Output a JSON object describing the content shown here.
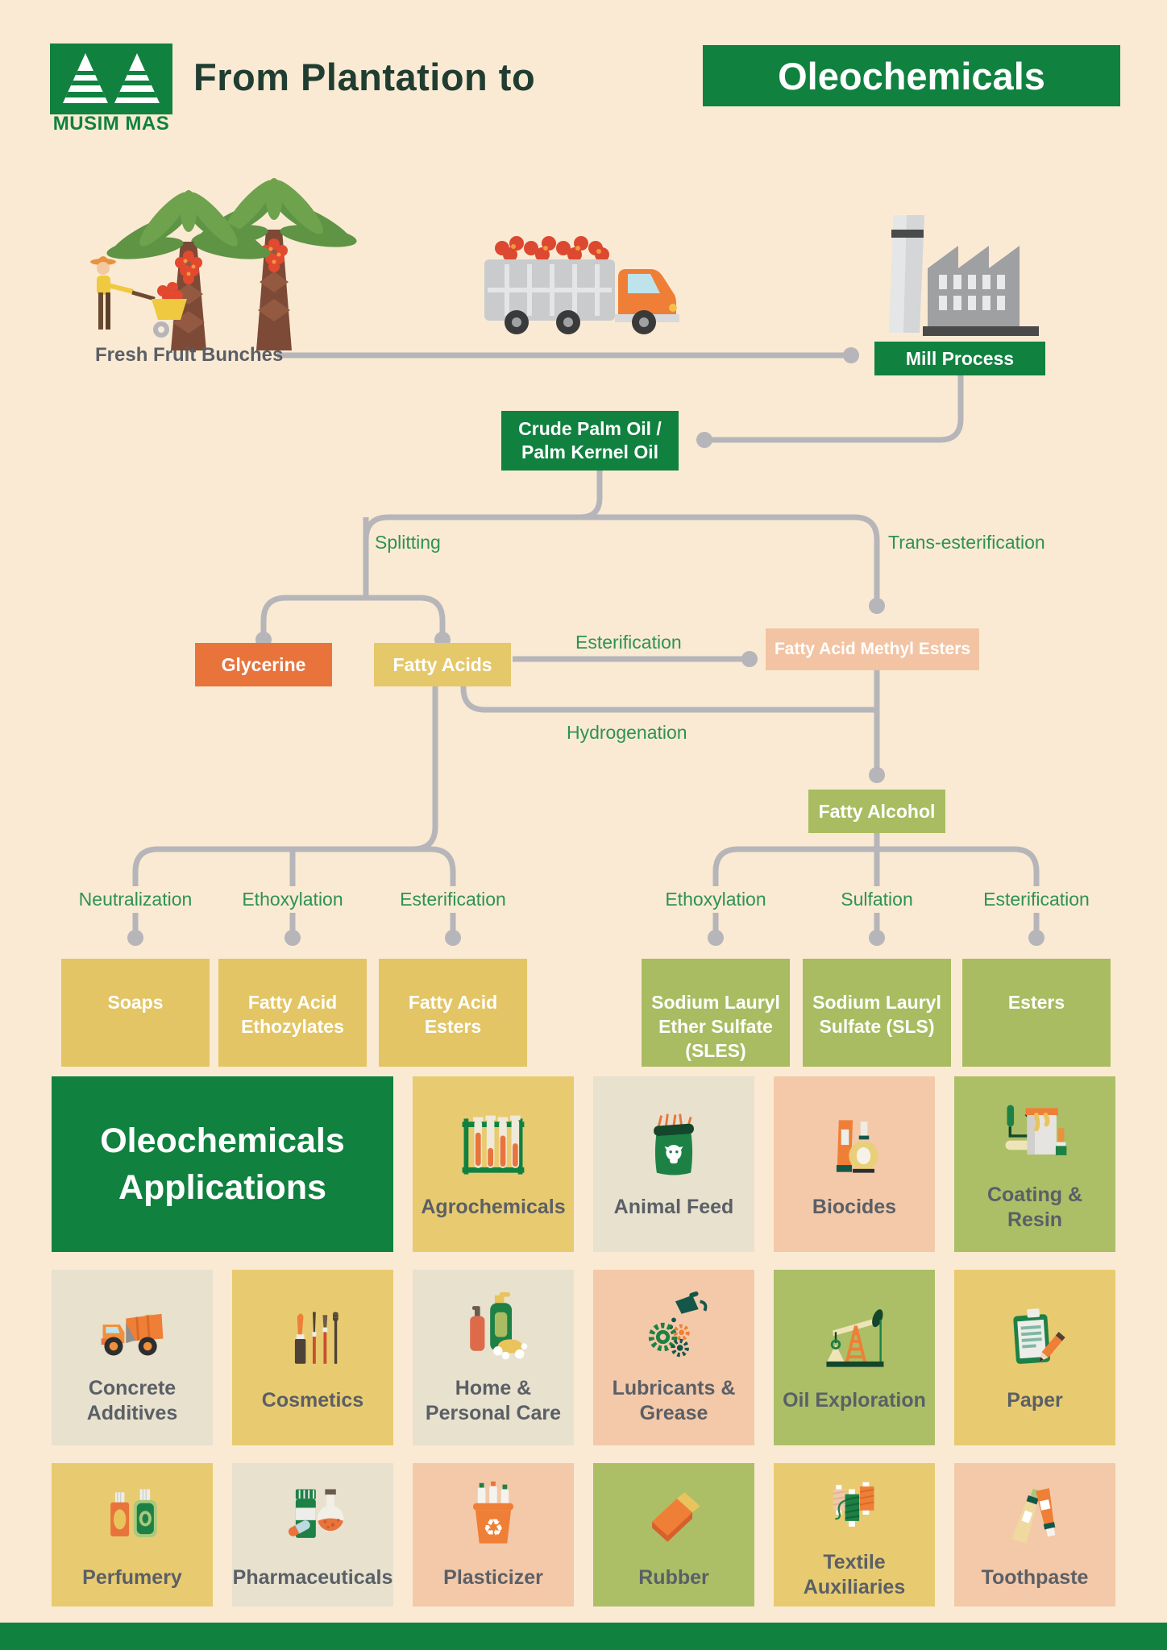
{
  "colors": {
    "background": "#FAEAD3",
    "brand_green": "#10813F",
    "title_dark": "#203D31",
    "line_gray": "#B6B5B9",
    "process_green": "#2E9254",
    "glycerine_orange": "#E8743C",
    "fatty_yellow": "#E5C869",
    "fame_peach": "#F2C4A3",
    "olive": "#A9BC61",
    "tile_yellow": "#E8CB70",
    "tile_beige": "#E7E1CE",
    "tile_peach": "#F3C9A9",
    "tile_olive": "#ACBF67",
    "label_gray": "#5B5F66"
  },
  "header": {
    "brand": "MUSIM MAS",
    "title": "From Plantation to",
    "title_highlight": "Oleochemicals"
  },
  "plantation": {
    "source_label": "Fresh Fruit Bunches",
    "mill_label": "Mill Process"
  },
  "flow": {
    "crude": "Crude Palm Oil / Palm Kernel Oil",
    "splitting": "Splitting",
    "trans_esterification": "Trans-esterification",
    "glycerine": "Glycerine",
    "fatty_acids": "Fatty Acids",
    "esterification": "Esterification",
    "fame": "Fatty Acid Methyl Esters",
    "hydrogenation": "Hydrogenation",
    "fatty_alcohol": "Fatty Alcohol",
    "fatty_acid_branch": [
      {
        "process": "Neutralization",
        "product": "Soaps"
      },
      {
        "process": "Ethoxylation",
        "product": "Fatty Acid Ethozylates"
      },
      {
        "process": "Esterification",
        "product": "Fatty Acid Esters"
      }
    ],
    "fatty_alcohol_branch": [
      {
        "process": "Ethoxylation",
        "product": "Sodium Lauryl Ether Sulfate (SLES)"
      },
      {
        "process": "Sulfation",
        "product": "Sodium Lauryl Sulfate (SLS)"
      },
      {
        "process": "Esterification",
        "product": "Esters"
      }
    ]
  },
  "applications": {
    "title": "Oleochemicals Applications",
    "items": [
      {
        "label": "Agrochemicals",
        "icon": "test-tubes-icon",
        "color": "tile_yellow"
      },
      {
        "label": "Animal Feed",
        "icon": "feed-sack-icon",
        "color": "tile_beige"
      },
      {
        "label": "Biocides",
        "icon": "biocide-bottles-icon",
        "color": "tile_peach"
      },
      {
        "label": "Coating & Resin",
        "icon": "paint-bucket-icon",
        "color": "tile_olive"
      },
      {
        "label": "Concrete Additives",
        "icon": "dump-truck-icon",
        "color": "tile_beige"
      },
      {
        "label": "Cosmetics",
        "icon": "cosmetics-icon",
        "color": "tile_yellow"
      },
      {
        "label": "Home & Personal Care",
        "icon": "soap-bottles-icon",
        "color": "tile_beige"
      },
      {
        "label": "Lubricants & Grease",
        "icon": "oil-can-gears-icon",
        "color": "tile_peach"
      },
      {
        "label": "Oil Exploration",
        "icon": "pump-jack-icon",
        "color": "tile_olive"
      },
      {
        "label": "Paper",
        "icon": "clipboard-pencil-icon",
        "color": "tile_yellow"
      },
      {
        "label": "Perfumery",
        "icon": "perfume-bottles-icon",
        "color": "tile_yellow"
      },
      {
        "label": "Pharmaceuticals",
        "icon": "medicine-icon",
        "color": "tile_beige"
      },
      {
        "label": "Plasticizer",
        "icon": "recycle-bin-icon",
        "color": "tile_peach"
      },
      {
        "label": "Rubber",
        "icon": "eraser-icon",
        "color": "tile_olive"
      },
      {
        "label": "Textile Auxiliaries",
        "icon": "thread-spools-icon",
        "color": "tile_yellow"
      },
      {
        "label": "Toothpaste",
        "icon": "toothpaste-icon",
        "color": "tile_peach"
      }
    ]
  }
}
